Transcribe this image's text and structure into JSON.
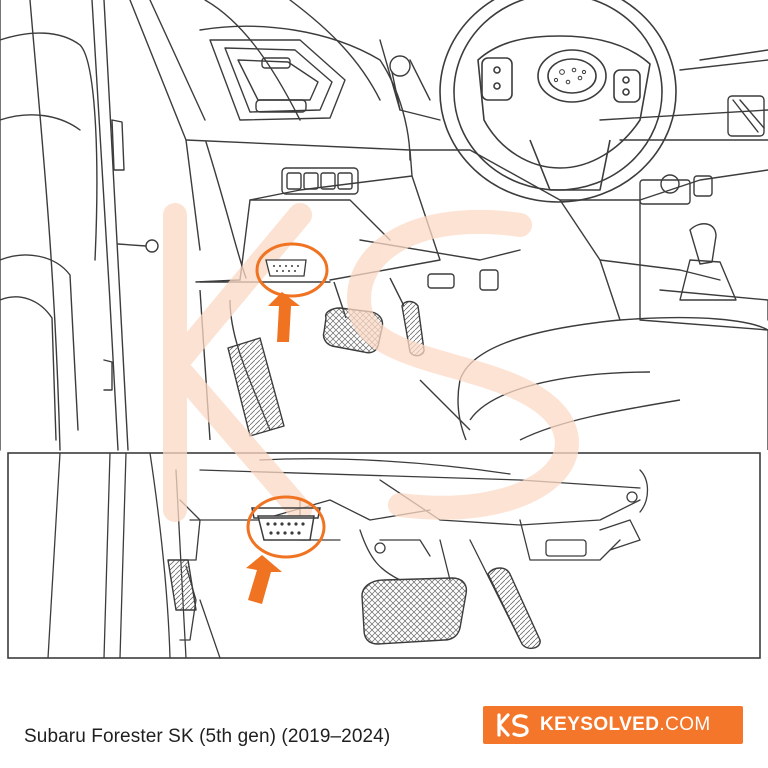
{
  "caption": "Subaru Forester SK (5th gen) (2019–2024)",
  "brand": {
    "name": "KEYSOLVED",
    "tld": ".COM",
    "logo": "KS-monogram",
    "color": "#f4762a"
  },
  "watermark": {
    "text": "KS",
    "color": "#fcd9c4"
  },
  "highlight_color": "#f07322",
  "icons": [
    "obd-port-icon",
    "arrow-up-icon",
    "steering-wheel-icon",
    "pedal-icon"
  ]
}
